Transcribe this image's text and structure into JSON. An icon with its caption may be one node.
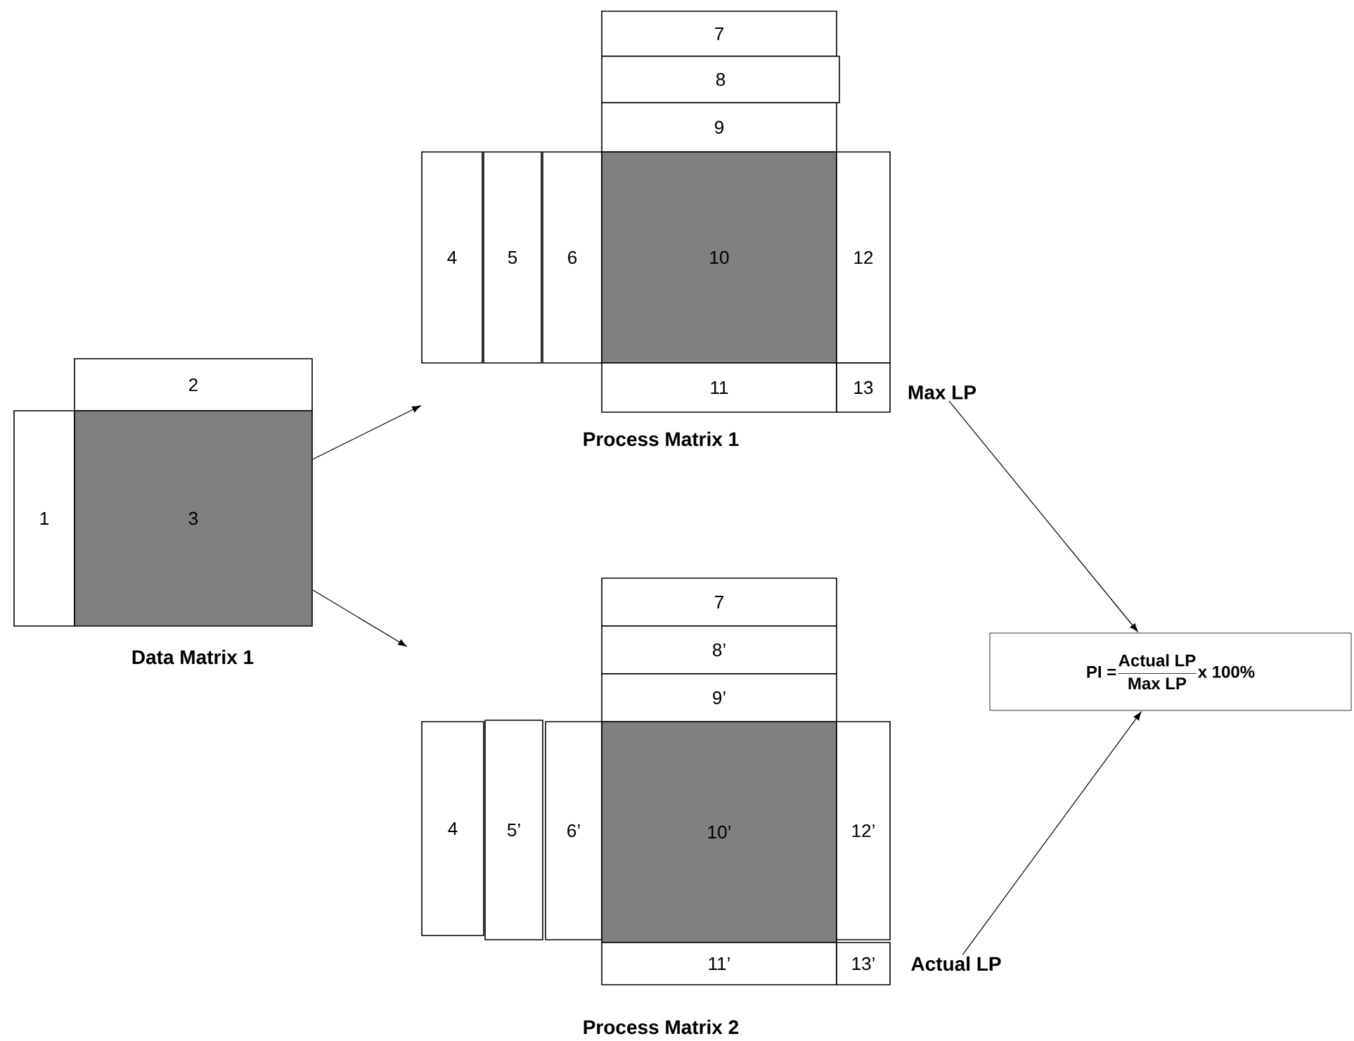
{
  "diagram": {
    "nodes": [
      {
        "text": [
          "1"
        ]
      },
      {
        "text": [
          "2"
        ]
      },
      {
        "text": [
          "3"
        ]
      },
      {
        "text": [
          "4"
        ]
      },
      {
        "text": [
          "5"
        ]
      },
      {
        "text": [
          "6"
        ]
      },
      {
        "text": [
          "7"
        ]
      },
      {
        "text": [
          "8"
        ]
      },
      {
        "text": [
          "9"
        ]
      },
      {
        "text": [
          "10"
        ]
      },
      {
        "text": [
          "11"
        ]
      },
      {
        "text": [
          "12"
        ]
      },
      {
        "text": [
          "13"
        ]
      },
      {
        "text": [
          "Max LP"
        ]
      },
      {
        "text": [
          "\\textbf{PI =} \\frac{\\textbf{Actual LP}}{\\textbf{Max LP}} \\textbf{x 100\\%}"
        ]
      },
      {
        "text": [
          "7"
        ]
      },
      {
        "text": [
          "8’"
        ]
      },
      {
        "text": [
          "9’"
        ]
      },
      {
        "text": [
          "4"
        ]
      },
      {
        "text": [
          "5’"
        ]
      },
      {
        "text": [
          "6’"
        ]
      },
      {
        "text": [
          "10’"
        ]
      },
      {
        "text": [
          "11’"
        ]
      },
      {
        "text": [
          "12’"
        ]
      },
      {
        "text": [
          "13’"
        ]
      },
      {
        "text": [
          "Actual LP"
        ]
      }
    ],
    "edges": [
      {
        "from": 2,
        "to": null,
        "arrow": "to"
      },
      {
        "from": 2,
        "to": null,
        "arrow": "to"
      },
      {
        "from": 13,
        "to": 14,
        "arrow": "to"
      },
      {
        "from": 25,
        "to": 14,
        "arrow": "to"
      }
    ],
    "labels": [
      "Data Matrix 1",
      "Process Matrix 1",
      "Process Matrix 2"
    ]
  }
}
